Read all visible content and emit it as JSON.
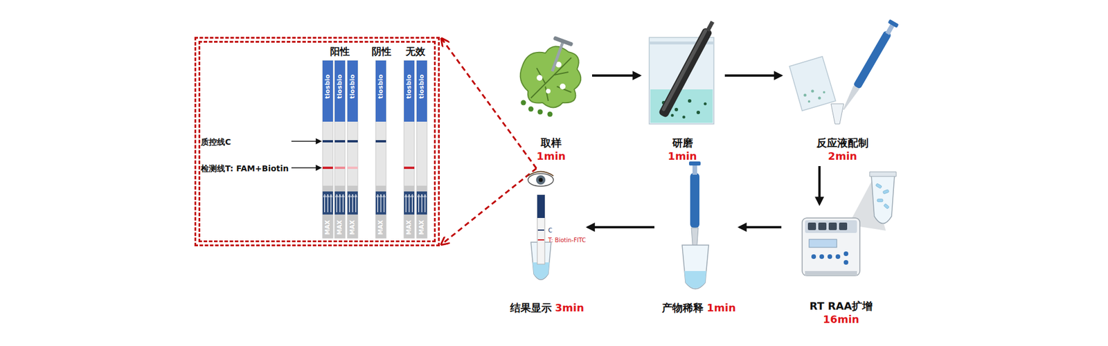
{
  "diagram": {
    "nodes": [
      {
        "text": [
          "阳性",
          "阴性",
          "无效",
          "质控线C",
          "检测线T: FAM+Biotin"
        ]
      },
      {
        "text": [
          "取样",
          "1min"
        ]
      },
      {
        "text": [
          "研磨",
          "1min"
        ]
      },
      {
        "text": [
          "反应液配制",
          "2min"
        ]
      },
      {
        "text": [
          "RT RAA扩增",
          "16min"
        ]
      },
      {
        "text": [
          "产物稀释",
          "1min"
        ]
      },
      {
        "text": [
          "结果显示",
          "3min"
        ]
      }
    ],
    "edges": [
      {
        "from": 1,
        "to": 2,
        "arrow": "to"
      },
      {
        "from": 2,
        "to": 3,
        "arrow": "to"
      },
      {
        "from": 3,
        "to": 4,
        "arrow": "to"
      },
      {
        "from": 4,
        "to": 5,
        "arrow": "to"
      },
      {
        "from": 5,
        "to": 6,
        "arrow": "to"
      },
      {
        "from": 6,
        "to": 0,
        "arrow": "to"
      },
      {
        "from": 6,
        "to": 0,
        "arrow": "to"
      }
    ],
    "labels": [
      "tiosbio",
      "tiosbio",
      "tiosbio",
      "tiosbio",
      "tiosbio",
      "tiosbio",
      "MAX",
      "MAX",
      "MAX",
      "MAX",
      "MAX",
      "MAX",
      "C",
      "T: Biotin-FITC"
    ]
  }
}
